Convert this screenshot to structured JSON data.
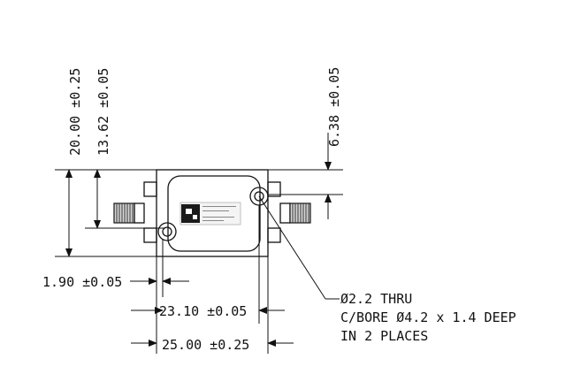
{
  "dimensions": {
    "height_total": "20.00 ±0.25",
    "height_connector": "13.62 ±0.05",
    "hole_offset": "6.38 ±0.05",
    "hole_edge": "1.90 ±0.05",
    "hole_spacing": "23.10 ±0.05",
    "width_total": "25.00 ±0.25"
  },
  "note": {
    "line1": "Ø2.2 THRU",
    "line2": "C/BORE Ø4.2 x 1.4 DEEP",
    "line3": "IN 2 PLACES"
  }
}
